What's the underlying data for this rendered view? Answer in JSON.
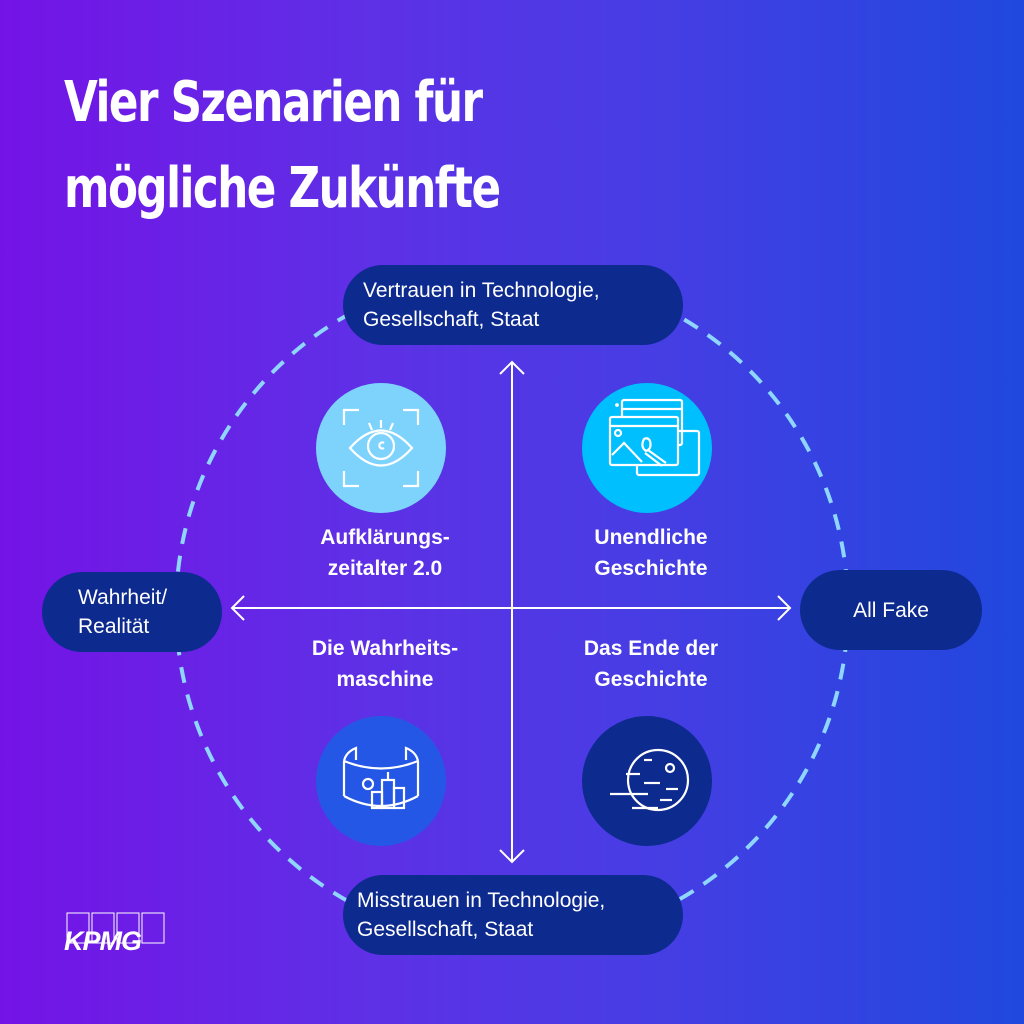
{
  "title": {
    "line1": "Vier Szenarien für",
    "line2": "mögliche Zukünfte"
  },
  "axes": {
    "top": {
      "line1": "Vertrauen in Technologie,",
      "line2": "Gesellschaft, Staat"
    },
    "bottom": {
      "line1": "Misstrauen in Technologie,",
      "line2": "Gesellschaft, Staat"
    },
    "left": {
      "line1": "Wahrheit/",
      "line2": "Realität"
    },
    "right": {
      "line1": "All Fake"
    }
  },
  "scenarios": [
    {
      "quadrant": "top-left",
      "line1": "Aufklärungs-",
      "line2": "zeitalter 2.0",
      "icon": "eye-scan-icon",
      "color": "#7dd3fc"
    },
    {
      "quadrant": "top-right",
      "line1": "Unendliche",
      "line2": "Geschichte",
      "icon": "image-windows-icon",
      "color": "#00bfff"
    },
    {
      "quadrant": "bottom-left",
      "line1": "Die Wahrheits-",
      "line2": "maschine",
      "icon": "panorama-city-icon",
      "color": "#2557e6"
    },
    {
      "quadrant": "bottom-right",
      "line1": "Das Ende der",
      "line2": "Geschichte",
      "icon": "moving-planet-icon",
      "color": "#0d2a8f"
    }
  ],
  "brand": {
    "logo_text": "KPMG"
  },
  "colors": {
    "pill": "#0d2a8f",
    "dashed_circle": "#8fd6ff",
    "gradient_start": "#7413e6",
    "gradient_end": "#2048de"
  }
}
